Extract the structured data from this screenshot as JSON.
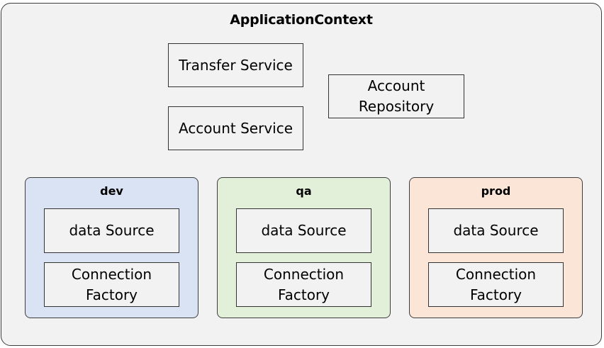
{
  "context": {
    "title": "ApplicationContext"
  },
  "beans": {
    "transfer_service": "Transfer Service",
    "account_service": "Account Service",
    "account_repository": "Account\nRepository"
  },
  "profiles": [
    {
      "name": "dev",
      "color": "#dae3f3",
      "data_source": "data Source",
      "connection_factory": "Connection\nFactory"
    },
    {
      "name": "qa",
      "color": "#e2f0d9",
      "data_source": "data Source",
      "connection_factory": "Connection\nFactory"
    },
    {
      "name": "prod",
      "color": "#fbe5d6",
      "data_source": "data Source",
      "connection_factory": "Connection\nFactory"
    }
  ]
}
